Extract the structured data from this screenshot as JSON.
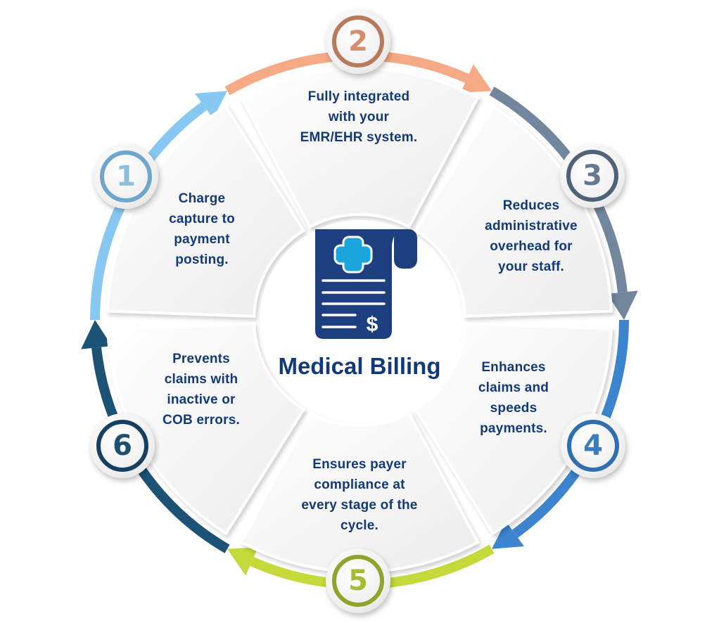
{
  "center": {
    "title": "Medical Billing",
    "icon": "medical-bill-icon",
    "icon_colors": {
      "paper": "#1d3f80",
      "cross": "#1aa6dc",
      "lines": "#ffffff"
    }
  },
  "steps": [
    {
      "number": "1",
      "text": "Charge\ncapture to\npayment\nposting.",
      "color": "#86c8f2",
      "ring_color": "#6fa6cc",
      "num_color": "#8fbfdf"
    },
    {
      "number": "2",
      "text": "Fully integrated\nwith your\nEMR/EHR system.",
      "color": "#f6a985",
      "ring_color": "#b97a5c",
      "num_color": "#d38f6c"
    },
    {
      "number": "3",
      "text": "Reduces\nadministrative\noverhead for\nyour staff.",
      "color": "#72879e",
      "ring_color": "#4f6278",
      "num_color": "#66788d"
    },
    {
      "number": "4",
      "text": "Enhances\nclaims and\nspeeds\npayments.",
      "color": "#3d84cf",
      "ring_color": "#2f6fae",
      "num_color": "#3a7cc0"
    },
    {
      "number": "5",
      "text": "Ensures payer\ncompliance at\nevery stage of the\ncycle.",
      "color": "#c5d93a",
      "ring_color": "#8ea42c",
      "num_color": "#a4bb35"
    },
    {
      "number": "6",
      "text": "Prevents\nclaims with\ninactive or\nCOB errors.",
      "color": "#1b5276",
      "ring_color": "#173f5f",
      "num_color": "#1f4e73"
    }
  ],
  "theme": {
    "text_color": "#123a7a",
    "segment_fill": "#f2f2f2"
  }
}
